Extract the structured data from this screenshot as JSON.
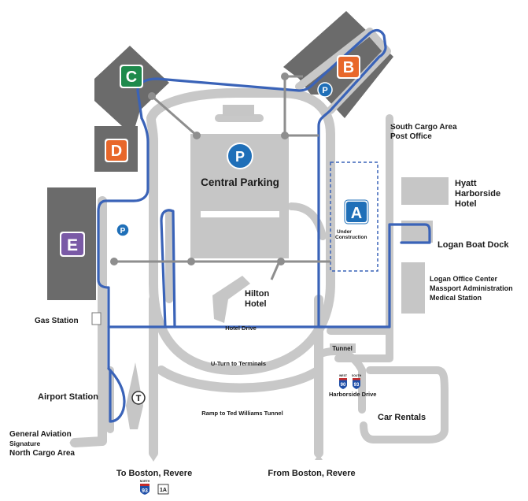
{
  "terminals": [
    {
      "id": "A",
      "color": "#1f6fb8"
    },
    {
      "id": "B",
      "color": "#e8672a"
    },
    {
      "id": "C",
      "color": "#1e8a4c"
    },
    {
      "id": "D",
      "color": "#e8672a"
    },
    {
      "id": "E",
      "color": "#7a5aa6"
    }
  ],
  "parking_symbol": "P",
  "labels": {
    "central_parking": "Central Parking",
    "under_construction_1": "Under",
    "under_construction_2": "Construction",
    "hilton_1": "Hilton",
    "hilton_2": "Hotel",
    "hyatt_1": "Hyatt",
    "hyatt_2": "Harborside",
    "hyatt_3": "Hotel",
    "logan_boat_dock": "Logan Boat Dock",
    "south_cargo_1": "South Cargo Area",
    "south_cargo_2": "Post Office",
    "logan_office_1": "Logan Office Center",
    "logan_office_2": "Massport Administration",
    "logan_office_3": "Medical Station",
    "gas_station": "Gas Station",
    "hotel_drive": "Hotel Drive",
    "u_turn": "U-Turn to Terminals",
    "tunnel": "Tunnel",
    "harborside_drive": "Harborside Drive",
    "airport_station": "Airport Station",
    "ramp": "Ramp to Ted Williams Tunnel",
    "car_rentals": "Car Rentals",
    "general_aviation_1": "General Aviation",
    "general_aviation_2": "Signature",
    "general_aviation_3": "North Cargo Area",
    "to_boston": "To Boston, Revere",
    "from_boston": "From Boston, Revere",
    "route_93": "93",
    "route_93_top": "NORTH",
    "route_1a": "1A",
    "i90_top": "WEST",
    "i90": "90",
    "i93_top": "SOUTH",
    "i93": "93",
    "t_symbol": "T"
  },
  "colors": {
    "route_blue": "#3a63b8",
    "road_gray": "#c8c8c8",
    "terminal_gray": "#6b6b6b",
    "building_gray": "#c6c6c6",
    "parking_blue": "#1f6fb8"
  }
}
